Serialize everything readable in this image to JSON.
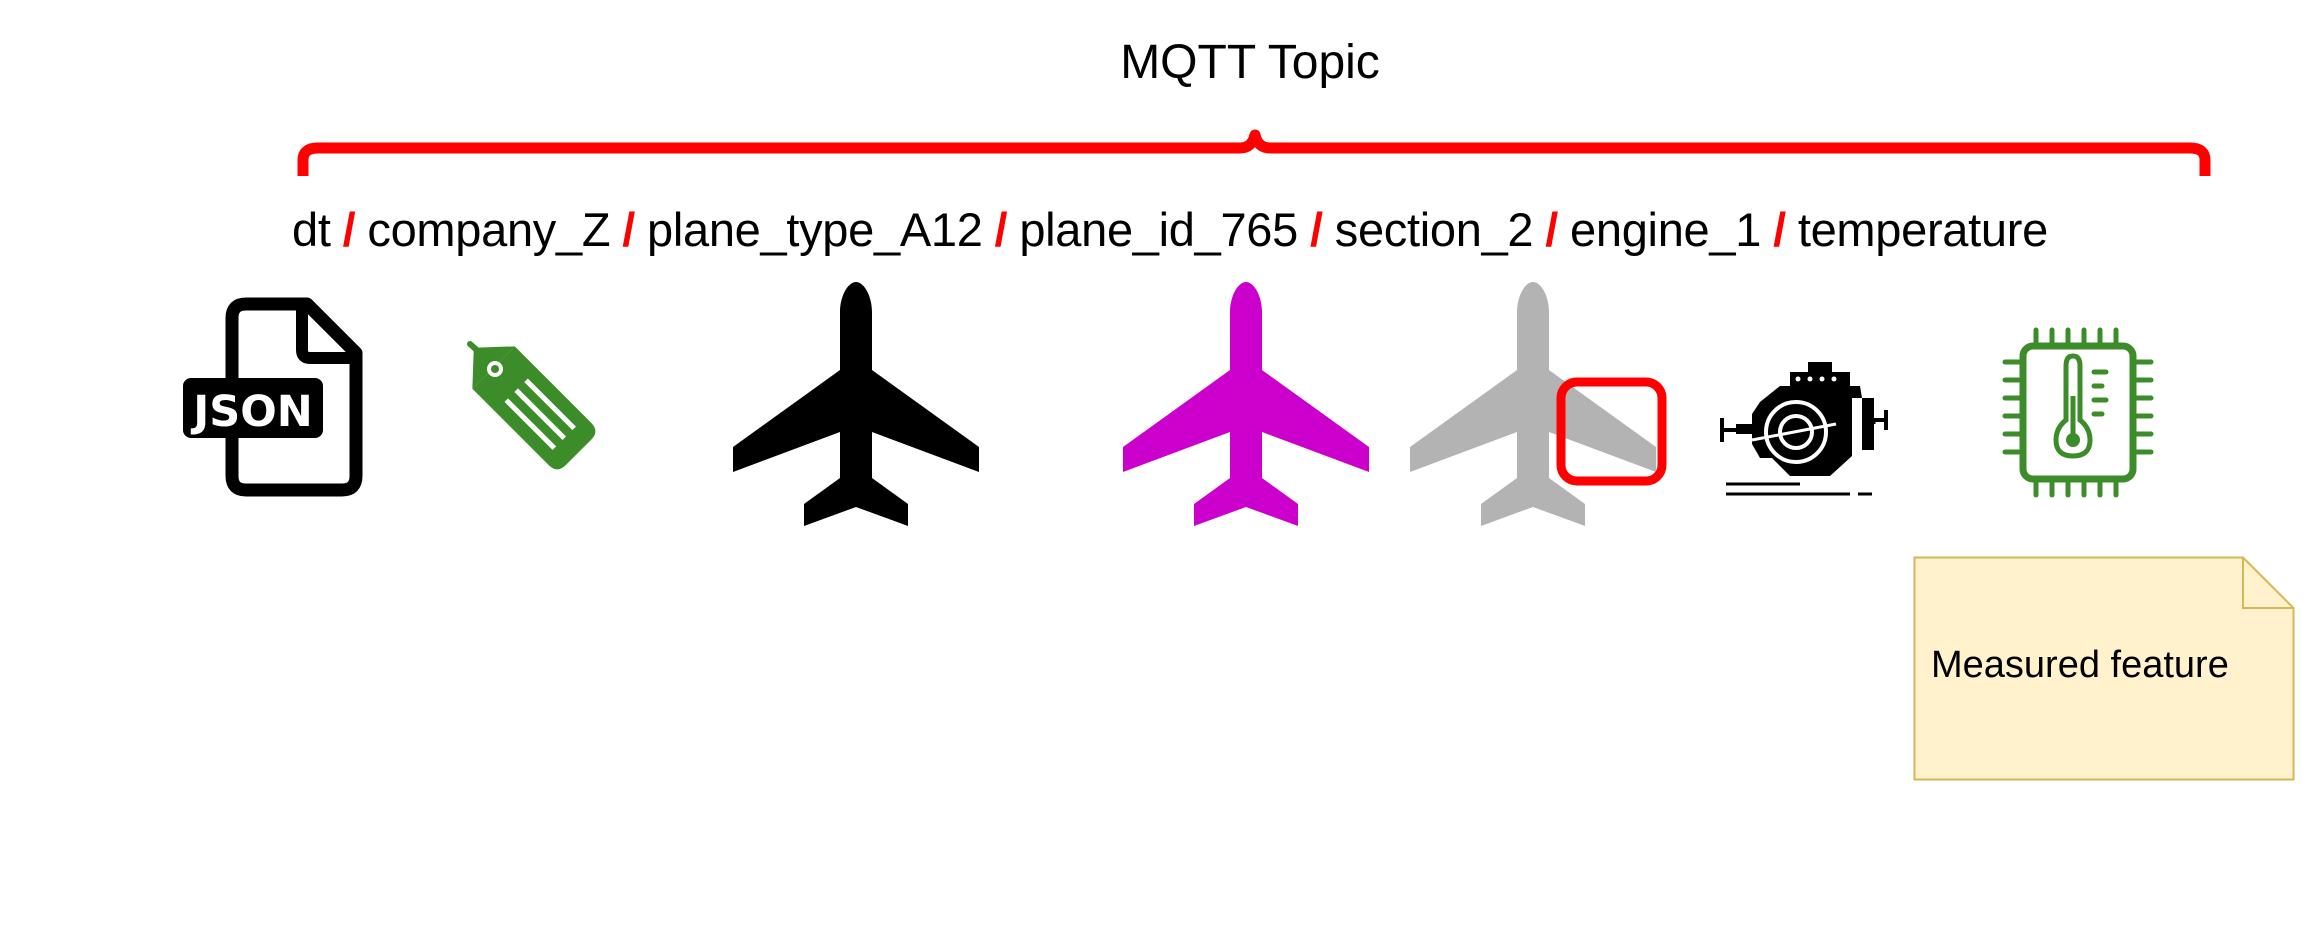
{
  "diagram": {
    "title": "MQTT Topic",
    "topic_segments": [
      {
        "label": "dt"
      },
      {
        "label": "company_Z"
      },
      {
        "label": "plane_type_A12"
      },
      {
        "label": "plane_id_765"
      },
      {
        "label": "section_2"
      },
      {
        "label": "engine_1"
      },
      {
        "label": "temperature"
      }
    ],
    "separator": "/",
    "json_icon_label": "JSON",
    "note": {
      "text": "Measured feature"
    },
    "icons": [
      {
        "name": "json-file-icon",
        "color": "#000000"
      },
      {
        "name": "tag-icon",
        "color": "#3d8c2a"
      },
      {
        "name": "airplane-icon",
        "color": "#000000"
      },
      {
        "name": "airplane-icon",
        "color": "#cc00cc"
      },
      {
        "name": "airplane-section-icon",
        "color": "#b3b3b3"
      },
      {
        "name": "engine-icon",
        "color": "#000000"
      },
      {
        "name": "temperature-chip-icon",
        "color": "#3d8c2a"
      }
    ],
    "colors": {
      "brace": "#ff0000",
      "separator": "#ff0000",
      "highlight_box": "#ff0000",
      "note_fill": "#fff2cc",
      "note_border": "#d6b656"
    }
  }
}
